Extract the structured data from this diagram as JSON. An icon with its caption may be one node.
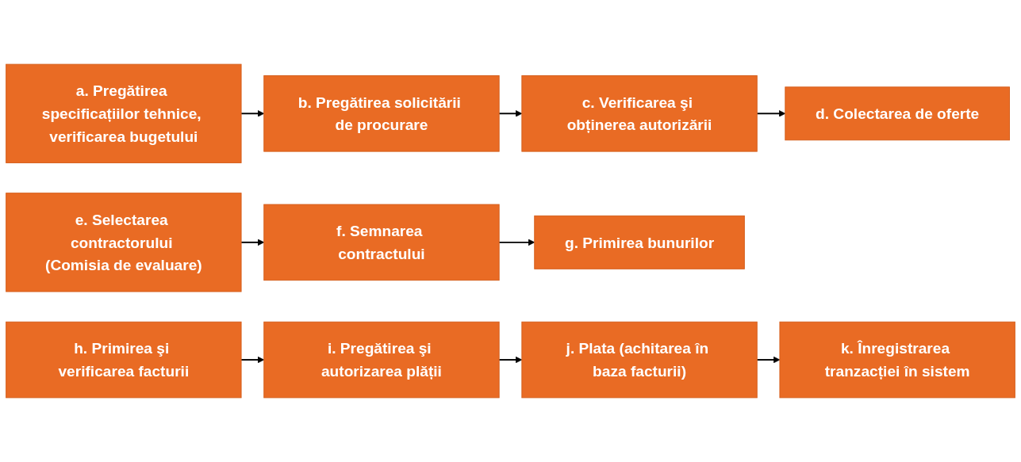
{
  "diagram": {
    "nodes": [
      {
        "text": [
          "a. Pregătirea specificațiilor tehnice, verificarea bugetului"
        ]
      },
      {
        "text": [
          "b. Pregătirea solicitării de procurare"
        ]
      },
      {
        "text": [
          "c. Verificarea şi obținerea autorizării"
        ]
      },
      {
        "text": [
          "d. Colectarea de oferte"
        ]
      },
      {
        "text": [
          "e. Selectarea contractorului (Comisia de evaluare)"
        ]
      },
      {
        "text": [
          "f. Semnarea contractului"
        ]
      },
      {
        "text": [
          "g. Primirea bunurilor"
        ]
      },
      {
        "text": [
          "h. Primirea şi verificarea facturii"
        ]
      },
      {
        "text": [
          "i. Pregătirea şi autorizarea plății"
        ]
      },
      {
        "text": [
          "j. Plata (achitarea în baza facturii)"
        ]
      },
      {
        "text": [
          "k. Înregistrarea tranzacției în sistem"
        ]
      }
    ],
    "edges": [
      {
        "from": 0,
        "to": 1,
        "arrow": "to"
      },
      {
        "from": 1,
        "to": 2,
        "arrow": "to"
      },
      {
        "from": 2,
        "to": 3,
        "arrow": "to"
      },
      {
        "from": 4,
        "to": 5,
        "arrow": "to"
      },
      {
        "from": 5,
        "to": 6,
        "arrow": "to"
      },
      {
        "from": 7,
        "to": 8,
        "arrow": "to"
      },
      {
        "from": 8,
        "to": 9,
        "arrow": "to"
      },
      {
        "from": 9,
        "to": 10,
        "arrow": "to"
      }
    ]
  }
}
